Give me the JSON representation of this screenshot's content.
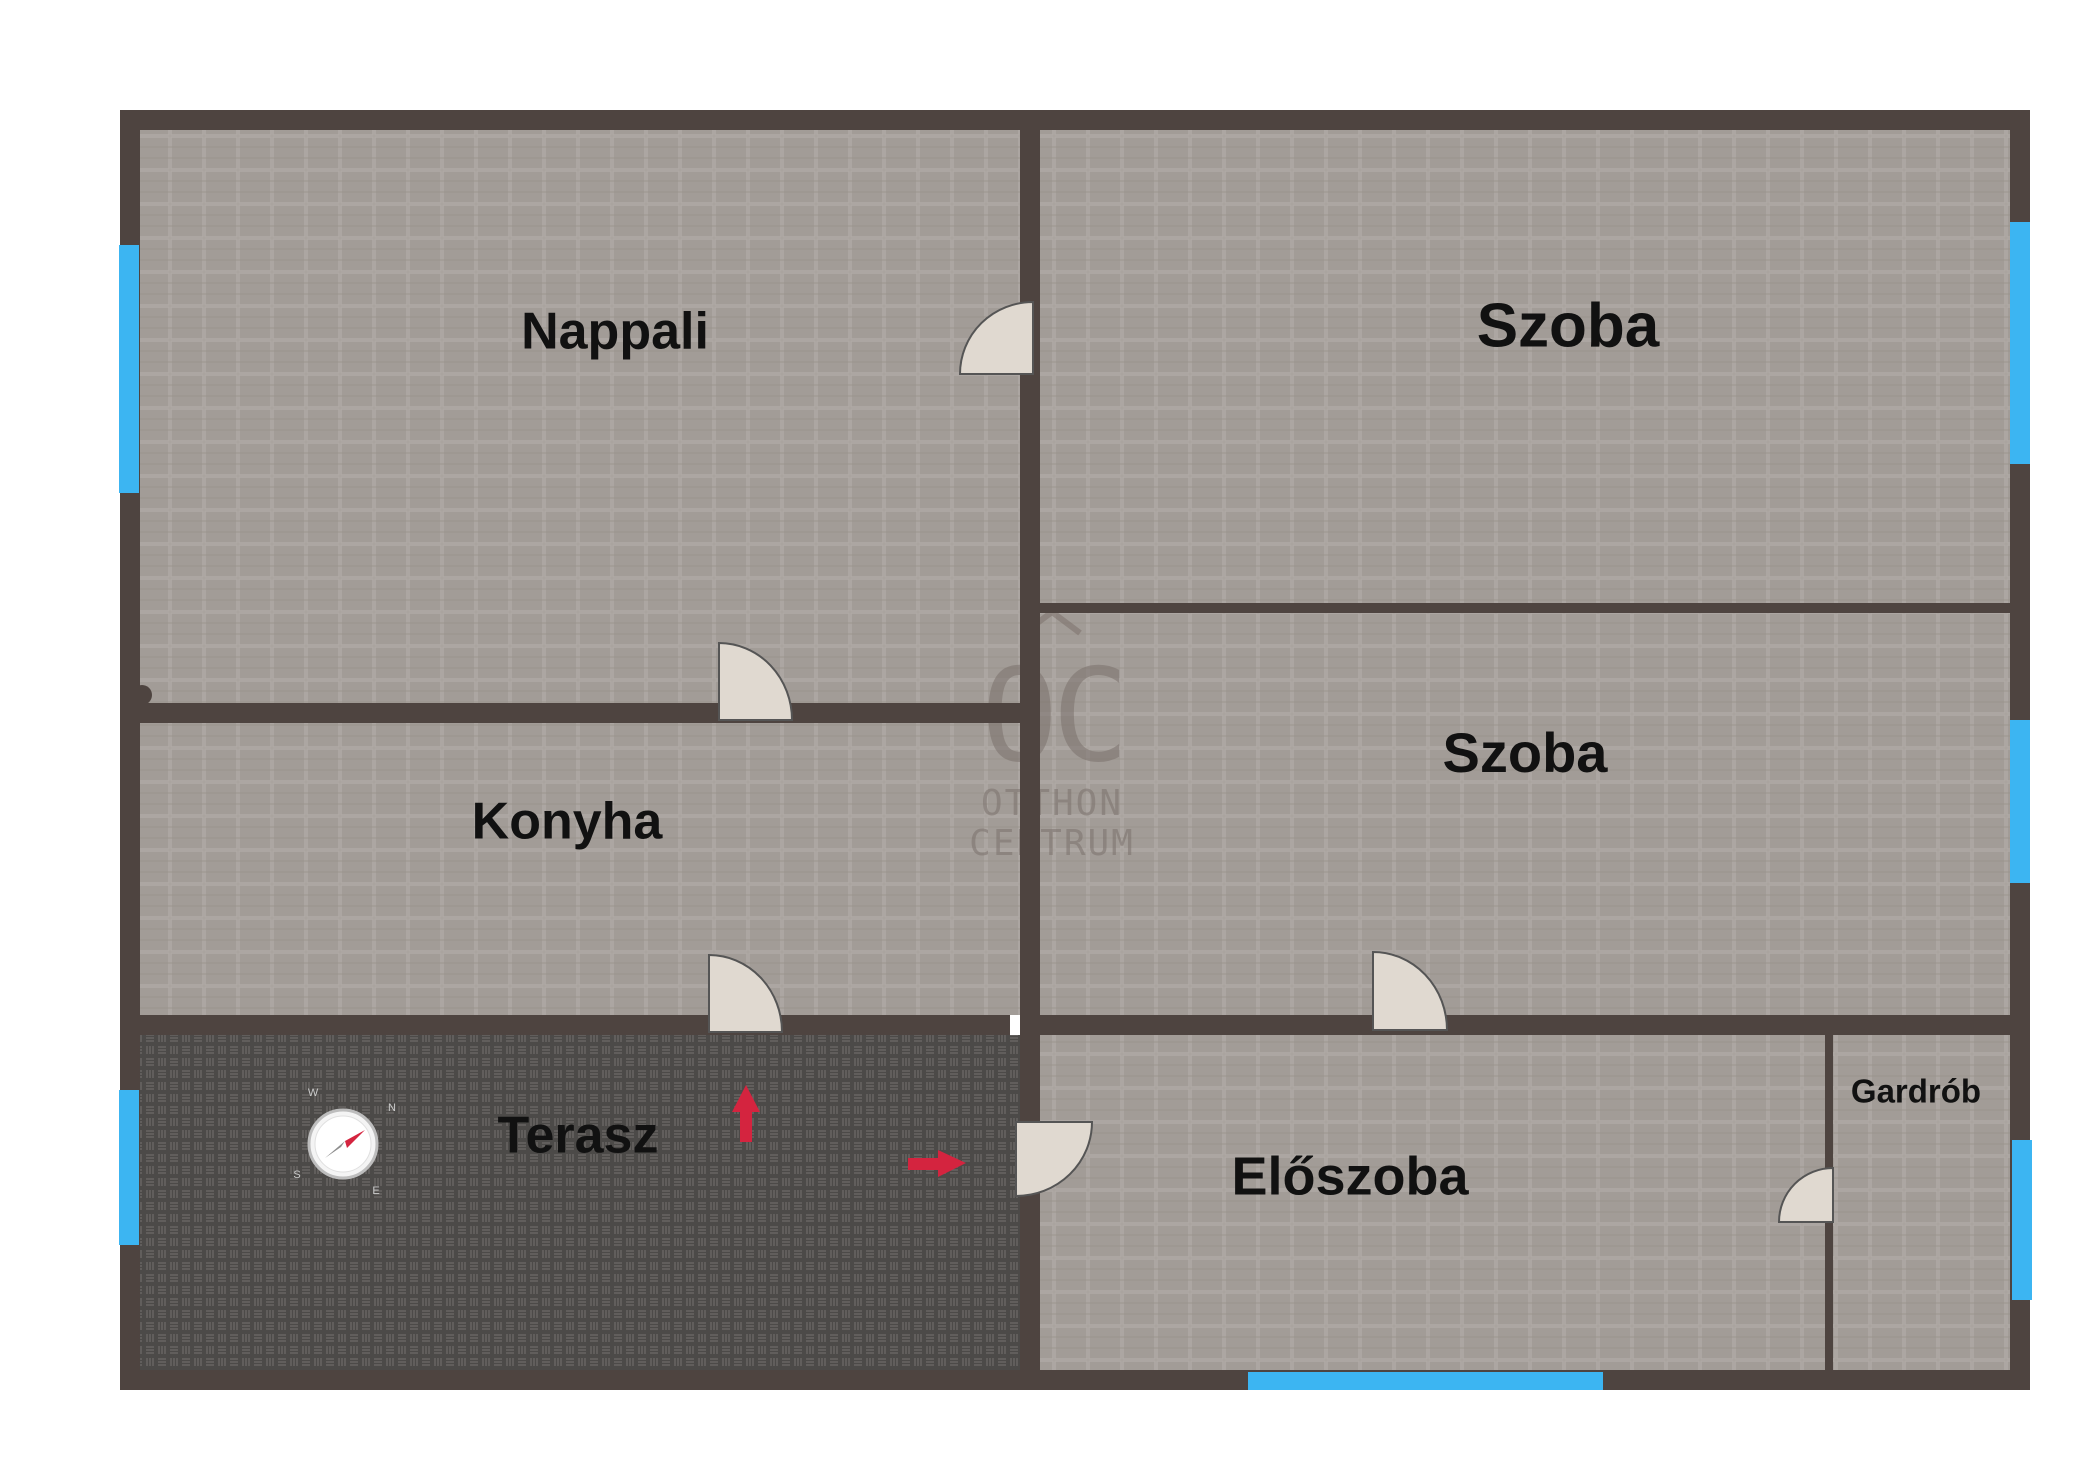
{
  "plan": {
    "rooms": {
      "nappali": {
        "label": "Nappali"
      },
      "szoba_top": {
        "label": "Szoba"
      },
      "szoba_mid": {
        "label": "Szoba"
      },
      "konyha": {
        "label": "Konyha"
      },
      "terasz": {
        "label": "Terasz"
      },
      "eloszoba": {
        "label": "Előszoba"
      },
      "gardrob": {
        "label": "Gardrób"
      }
    },
    "watermark": {
      "monogram": "OC",
      "line1": "OTTHON",
      "line2": "CENTRUM"
    },
    "compass": {
      "n": "N",
      "e": "E",
      "s": "S",
      "w": "W"
    },
    "colors": {
      "wall": "#4e4440",
      "floor": "#a29c97",
      "terrace": "#4c4a48",
      "window": "#3cb5f2",
      "door": "#e0d9d0",
      "arrow": "#d4243f"
    }
  }
}
